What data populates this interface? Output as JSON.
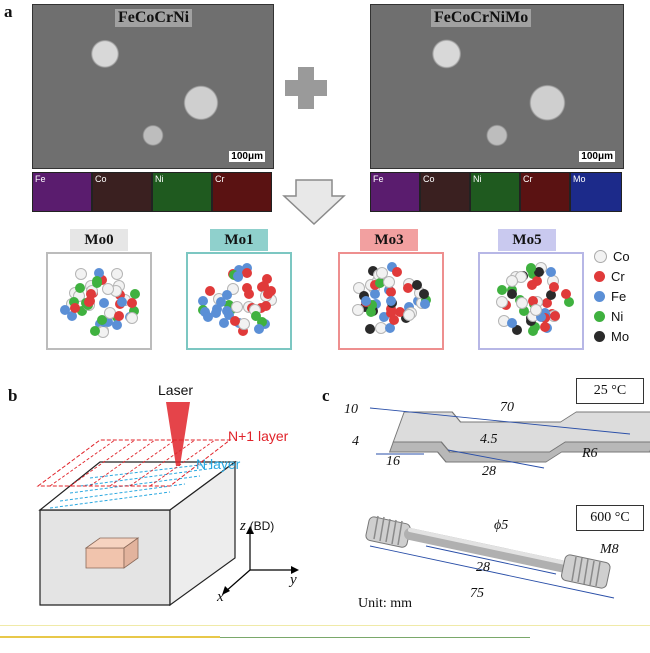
{
  "panel_a": {
    "letter": "a",
    "left_image_title": "FeCoCrNi",
    "right_image_title": "FeCoCrNiMo",
    "scale_left": "100μm",
    "scale_right": "100μm",
    "maps_left": [
      "Fe",
      "Co",
      "Ni",
      "Cr"
    ],
    "maps_right": [
      "Fe",
      "Co",
      "Ni",
      "Cr",
      "Mo"
    ],
    "map_colors": {
      "Fe": "#5a1c6e",
      "Co": "#3a2020",
      "Ni": "#1f5a1f",
      "Cr": "#5a1212",
      "Mo": "#1c2a8a"
    },
    "samples": [
      {
        "label": "Mo0",
        "tag_color": "#e6e6e6",
        "border": "#bcbcbc"
      },
      {
        "label": "Mo1",
        "tag_color": "#8fd0cc",
        "border": "#7cc7c2"
      },
      {
        "label": "Mo3",
        "tag_color": "#f2a0a0",
        "border": "#ee8f8f"
      },
      {
        "label": "Mo5",
        "tag_color": "#c9c9ef",
        "border": "#b7b7e6"
      }
    ],
    "legend": [
      {
        "label": "Co",
        "color": "#f2f2f2"
      },
      {
        "label": "Cr",
        "color": "#e03a3a"
      },
      {
        "label": "Fe",
        "color": "#5b8fd6"
      },
      {
        "label": "Ni",
        "color": "#3fb13f"
      },
      {
        "label": "Mo",
        "color": "#2a2a2a"
      }
    ]
  },
  "panel_b": {
    "letter": "b",
    "laser": "Laser",
    "layer_n1": "N+1 layer",
    "layer_n": "N layer",
    "axis_z": "z",
    "axis_z_note": "(BD)",
    "axis_x": "x",
    "axis_y": "y"
  },
  "panel_c": {
    "letter": "c",
    "temp_top": "25 °C",
    "temp_bottom": "600 °C",
    "dims_top": {
      "d10": "10",
      "d4": "4",
      "d70": "70",
      "d4_5": "4.5",
      "d16": "16",
      "d28": "28",
      "r6": "R6"
    },
    "dims_bottom": {
      "phi5": "ϕ5",
      "m8": "M8",
      "d28": "28",
      "d75": "75"
    },
    "unit": "Unit: mm"
  },
  "colors": {
    "laser_red": "#e0232a",
    "n_layer_blue": "#2aa8e0",
    "dim_line": "#2a4fa8"
  }
}
